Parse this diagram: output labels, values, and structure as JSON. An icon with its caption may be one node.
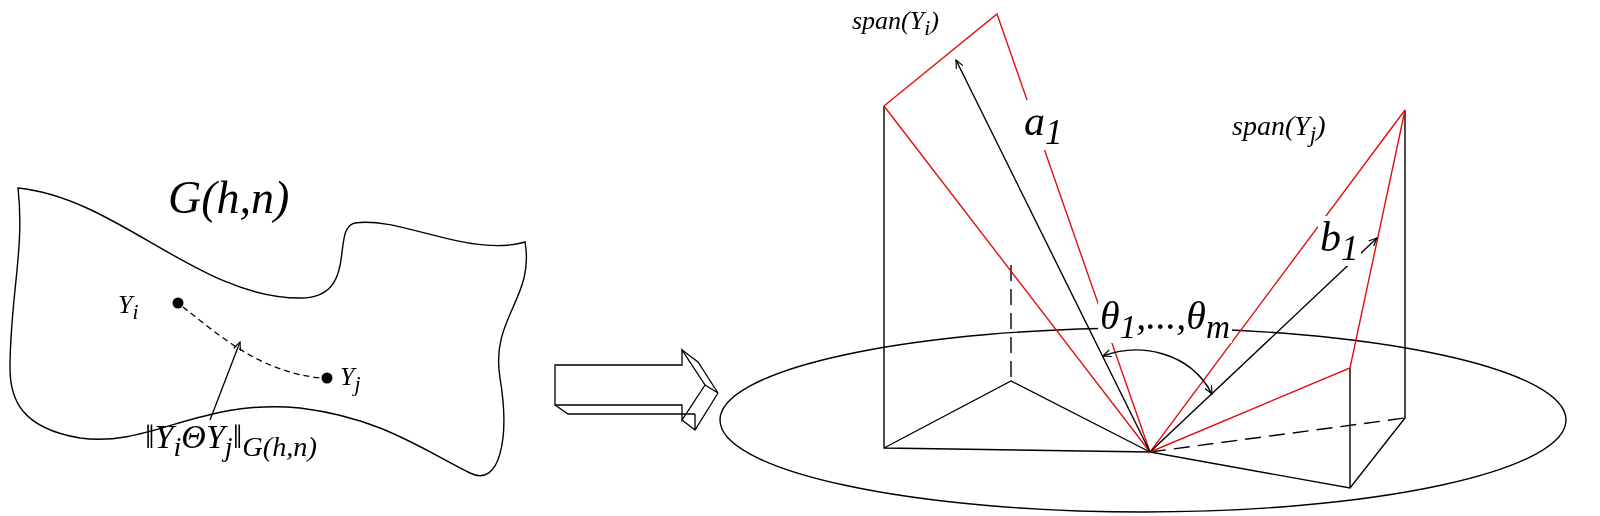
{
  "diagram": {
    "nodes": [
      {
        "text": [
          "G(h,n)"
        ]
      },
      {
        "text": [
          "Y$_{i}$"
        ],
        "in": 0
      },
      {
        "text": [
          "Y$_{j}$"
        ],
        "in": 0
      },
      {
        "text": [
          "‖Y$_{i}$ΘY$_{j}$‖$_{G(h,n)}$"
        ]
      }
    ],
    "edges": [
      {
        "from": 1,
        "to": 2,
        "arrow": "none",
        "style": "dashed"
      },
      {
        "from": 3,
        "to": null,
        "arrow": "to"
      }
    ],
    "labels": [
      "span(Y$_{i}$)",
      "a$_{1}$",
      "span(Y$_{j}$)",
      "b$_{1}$",
      "θ$_{1}$,...,θ$_{m}$"
    ]
  }
}
